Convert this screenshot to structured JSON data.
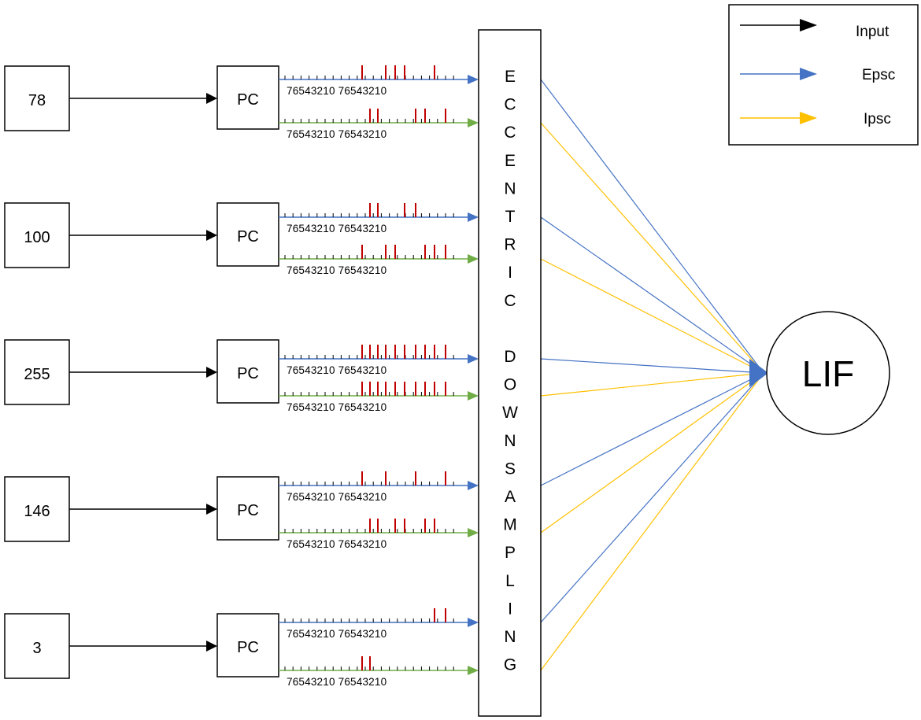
{
  "inputs": [
    {
      "value": "78",
      "pc": "PC",
      "epsc": {
        "labels": "76543210 76543210",
        "spikes": [
          1,
          0,
          0,
          1,
          1,
          1,
          0,
          0,
          1,
          0
        ]
      },
      "ipsc": {
        "labels": "76543210 76543210",
        "spikes": [
          0,
          1,
          1,
          0,
          0,
          0,
          1,
          1,
          0,
          1
        ]
      }
    },
    {
      "value": "100",
      "pc": "PC",
      "epsc": {
        "labels": "76543210 76543210",
        "spikes": [
          0,
          1,
          1,
          0,
          0,
          1,
          1,
          0,
          0,
          0
        ]
      },
      "ipsc": {
        "labels": "76543210 76543210",
        "spikes": [
          1,
          0,
          0,
          1,
          1,
          0,
          0,
          1,
          1,
          1
        ]
      }
    },
    {
      "value": "255",
      "pc": "PC",
      "epsc": {
        "labels": "76543210 76543210",
        "spikes": [
          1,
          1,
          1,
          1,
          1,
          1,
          1,
          1,
          1,
          1
        ]
      },
      "ipsc": {
        "labels": "76543210 76543210",
        "spikes": [
          1,
          1,
          1,
          1,
          1,
          1,
          1,
          1,
          1,
          1
        ]
      }
    },
    {
      "value": "146",
      "pc": "PC",
      "epsc": {
        "labels": "76543210 76543210",
        "spikes": [
          1,
          0,
          0,
          1,
          0,
          0,
          1,
          0,
          0,
          1
        ]
      },
      "ipsc": {
        "labels": "76543210 76543210",
        "spikes": [
          0,
          1,
          1,
          0,
          1,
          1,
          0,
          1,
          1,
          0
        ]
      }
    },
    {
      "value": "3",
      "pc": "PC",
      "epsc": {
        "labels": "76543210 76543210",
        "spikes": [
          0,
          0,
          0,
          0,
          0,
          0,
          0,
          0,
          1,
          1
        ]
      },
      "ipsc": {
        "labels": "76543210 76543210",
        "spikes": [
          1,
          1,
          0,
          0,
          0,
          0,
          0,
          0,
          0,
          0
        ]
      }
    }
  ],
  "downsampling_letters": [
    "E",
    "C",
    "C",
    "E",
    "N",
    "T",
    "R",
    "I",
    "C",
    "",
    "D",
    "O",
    "W",
    "N",
    "S",
    "A",
    "M",
    "P",
    "L",
    "I",
    "N",
    "G"
  ],
  "lif_label": "LIF",
  "legend": [
    {
      "label": "Input",
      "color": "#000000"
    },
    {
      "label": "Epsc",
      "color": "#4472C4"
    },
    {
      "label": "Ipsc",
      "color": "#FFC000"
    }
  ],
  "colors": {
    "input_arrow": "#000000",
    "epsc_line": "#4472C4",
    "ipsc_line": "#70AD47",
    "epsc_connection": "#4472C4",
    "ipsc_connection": "#FFC000",
    "spike": "#C00000"
  }
}
